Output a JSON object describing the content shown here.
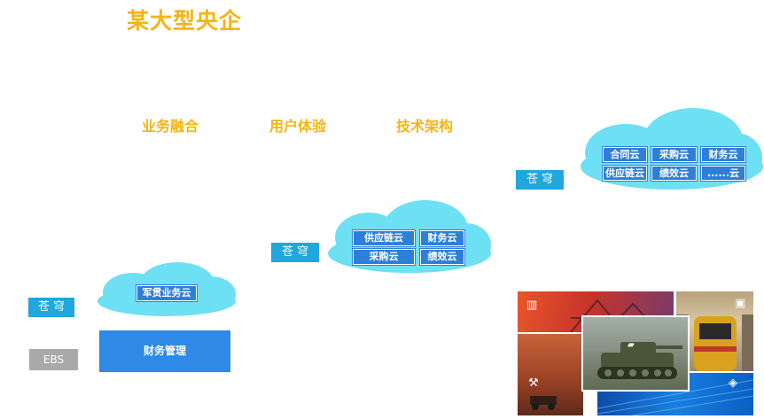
{
  "header": {
    "title": "某大型央企"
  },
  "tabs": [
    {
      "label": "业务融合"
    },
    {
      "label": "用户体验"
    },
    {
      "label": "技术架构"
    }
  ],
  "stages": {
    "stage1": {
      "badge": "苍穹",
      "cloud_items": [
        "军贯业务云"
      ],
      "legacy_label": "EBS",
      "base_label": "财务管理"
    },
    "stage2": {
      "badge": "苍穹",
      "cloud_items": [
        "供应链云",
        "财务云",
        "采购云",
        "绩效云"
      ]
    },
    "stage3": {
      "badge": "苍穹",
      "cloud_items": [
        "合同云",
        "采购云",
        "财务云",
        "供应链云",
        "绩效云",
        "......云"
      ]
    }
  },
  "collage": {
    "tiles": [
      {
        "label": "",
        "icon": "building-icon"
      },
      {
        "label": "",
        "icon": "bridge-icon"
      },
      {
        "label": "",
        "icon": "train-icon"
      },
      {
        "label": "",
        "icon": "tank-icon"
      },
      {
        "label": "",
        "icon": "drill-icon"
      },
      {
        "label": "",
        "icon": "device-icon"
      }
    ]
  },
  "colors": {
    "accent": "#f5b415",
    "cloud": "#6de0f3",
    "chip": "#2e7fd8",
    "badge": "#1fa7de",
    "legacy": "#a9a9a9"
  }
}
